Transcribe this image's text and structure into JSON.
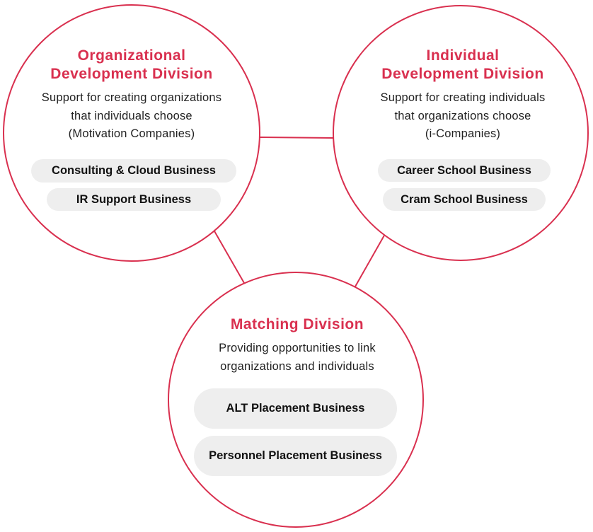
{
  "colors": {
    "accent": "#d9304f",
    "pill": "#eeeeee"
  },
  "divisions": [
    {
      "title_lines": [
        "Organizational",
        "Development Division"
      ],
      "desc_lines": [
        "Support for creating organizations",
        "that individuals choose",
        "(Motivation Companies)"
      ],
      "businesses": [
        "Consulting & Cloud Business",
        "IR Support Business"
      ]
    },
    {
      "title_lines": [
        "Individual",
        "Development Division"
      ],
      "desc_lines": [
        "Support for creating individuals",
        "that organizations choose",
        "(i-Companies)"
      ],
      "businesses": [
        "Career School Business",
        "Cram School Business"
      ]
    },
    {
      "title_lines": [
        "Matching Division"
      ],
      "desc_lines": [
        "Providing opportunities to link",
        "organizations and individuals"
      ],
      "businesses": [
        "ALT Placement Business",
        "Personnel Placement Business"
      ]
    }
  ]
}
